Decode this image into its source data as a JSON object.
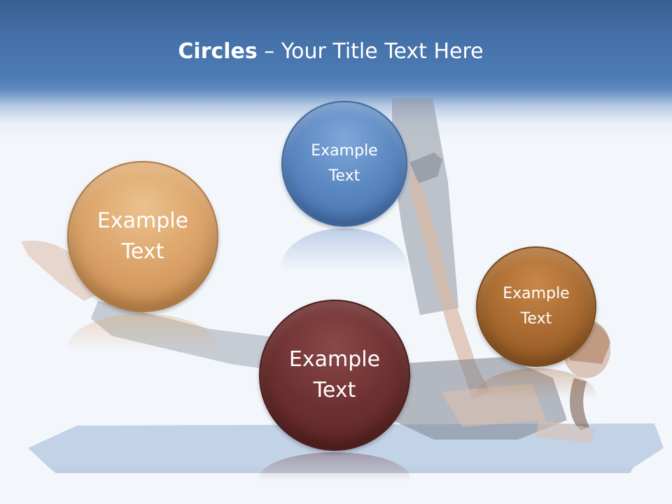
{
  "slide": {
    "title_bold": "Circles",
    "title_rest": " – Your Title Text Here"
  },
  "circles": [
    {
      "line1": "Example",
      "line2": "Text",
      "color": "#5d89c2"
    },
    {
      "line1": "Example",
      "line2": "Text",
      "color": "#dca56b"
    },
    {
      "line1": "Example",
      "line2": "Text",
      "color": "#a86a30"
    },
    {
      "line1": "Example",
      "line2": "Text",
      "color": "#6d3030"
    }
  ],
  "colors": {
    "header": "#4470a8",
    "background": "#f3f6fb"
  },
  "background_image": {
    "subject": "faded photo of a woman doing a pilates leg stretch on a blue mat"
  }
}
